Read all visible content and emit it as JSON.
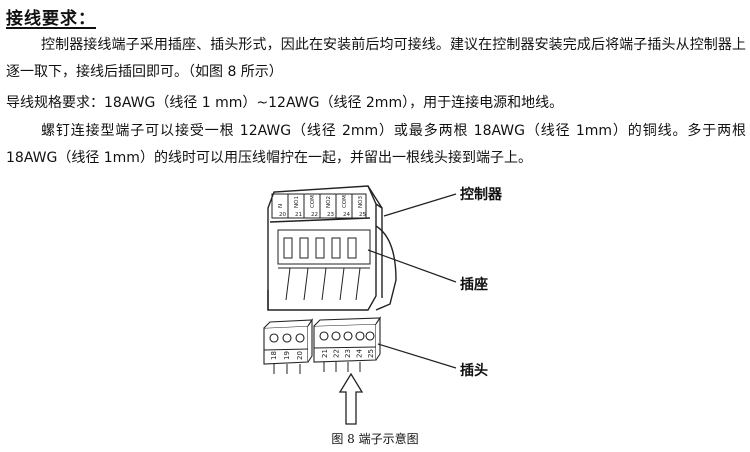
{
  "heading": "接线要求：",
  "paragraphs": {
    "p1": "控制器接线端子采用插座、插头形式，因此在安装前后均可接线。建议在控制器安装完成后将端子插头从控制器上逐一取下，接线后插回即可。（如图 8 所示）",
    "p2": "导线规格要求：18AWG（线径 1 mm）~12AWG（线径 2mm），用于连接电源和地线。",
    "p3": "螺钉连接型端子可以接受一根 12AWG（线径 2mm）或最多两根 18AWG（线径 1mm）的铜线。多于两根 18AWG（线径 1mm）的线时可以用压线帽拧在一起，并留出一根线头接到端子上。"
  },
  "figure": {
    "labels": {
      "controller": "控制器",
      "socket": "插座",
      "plug": "插头"
    },
    "controller_terminals": [
      "20",
      "21",
      "22",
      "23",
      "24",
      "25"
    ],
    "controller_terminal_tags": [
      "N",
      "NO1",
      "COM",
      "NO2",
      "COM",
      "NO3"
    ],
    "plug_left_numbers": [
      "18",
      "19",
      "20"
    ],
    "plug_right_numbers": [
      "21",
      "22",
      "23",
      "24",
      "25"
    ]
  },
  "caption": "图 8 端子示意图"
}
